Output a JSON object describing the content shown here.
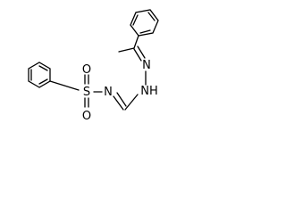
{
  "molecule": {
    "atom_labels": {
      "sulfur": "S",
      "oxygen_top": "O",
      "oxygen_bottom": "O",
      "sulfonyl_nitrogen": "N",
      "imine_nitrogen": "N",
      "amine_nitrogen": "NH"
    },
    "colors": {
      "bond": "#000000",
      "label": "#000000",
      "background": "#ffffff"
    }
  }
}
